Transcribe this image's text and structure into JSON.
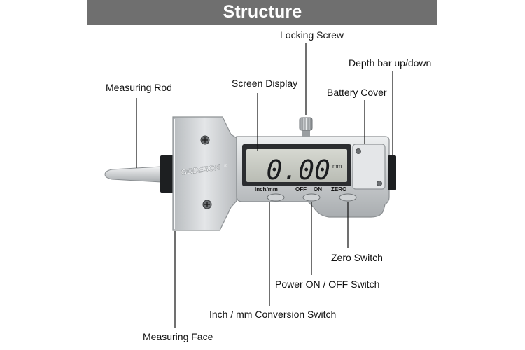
{
  "header": {
    "title": "Structure"
  },
  "brand": {
    "logo_text": "GODESON",
    "logo_mark": "®"
  },
  "display": {
    "reading": "0.00",
    "unit": "mm"
  },
  "buttons": {
    "inch_mm": "inch/mm",
    "off": "OFF",
    "on": "ON",
    "zero": "ZERO"
  },
  "labels": {
    "locking_screw": "Locking Screw",
    "depth_bar": "Depth bar up/down",
    "measuring_rod": "Measuring Rod",
    "screen_display": "Screen Display",
    "battery_cover": "Battery Cover",
    "zero_switch": "Zero Switch",
    "power_switch": "Power ON / OFF Switch",
    "inch_mm_switch": "Inch / mm Conversion Switch",
    "measuring_face": "Measuring Face"
  },
  "colors": {
    "header_bg": "#6f6f6f",
    "lcd_bg": "#c9ccc4",
    "metal": "#d3d5d7",
    "bezel": "#2b2d30"
  }
}
